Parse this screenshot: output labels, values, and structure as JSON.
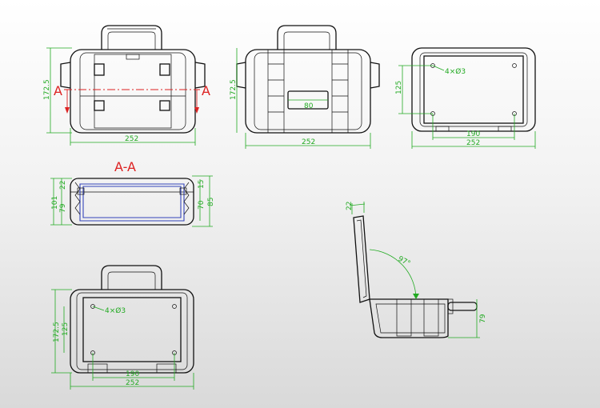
{
  "colors": {
    "outline": "#111111",
    "dimension": "#22aa22",
    "section": "#dd2222",
    "inner": "#3344bb"
  },
  "views": {
    "front": {
      "width": "252",
      "height": "172.5",
      "cut_left": "A",
      "cut_right": "A"
    },
    "back": {
      "width": "252",
      "height": "172.5",
      "label_width": "80"
    },
    "top_inner": {
      "outer_width": "252",
      "hole_spacing": "190",
      "height": "125",
      "holes": "4×Ø3"
    },
    "section": {
      "title": "A-A",
      "d101": "101",
      "d79": "79",
      "d22": "22",
      "d85": "85",
      "d70": "70",
      "d15": "15"
    },
    "open_inner": {
      "outer_width": "252",
      "hole_spacing": "190",
      "height": "172.5",
      "inner_height": "125",
      "holes": "4×Ø3"
    },
    "side_open": {
      "angle": "97°",
      "lid": "22",
      "depth": "79"
    }
  }
}
